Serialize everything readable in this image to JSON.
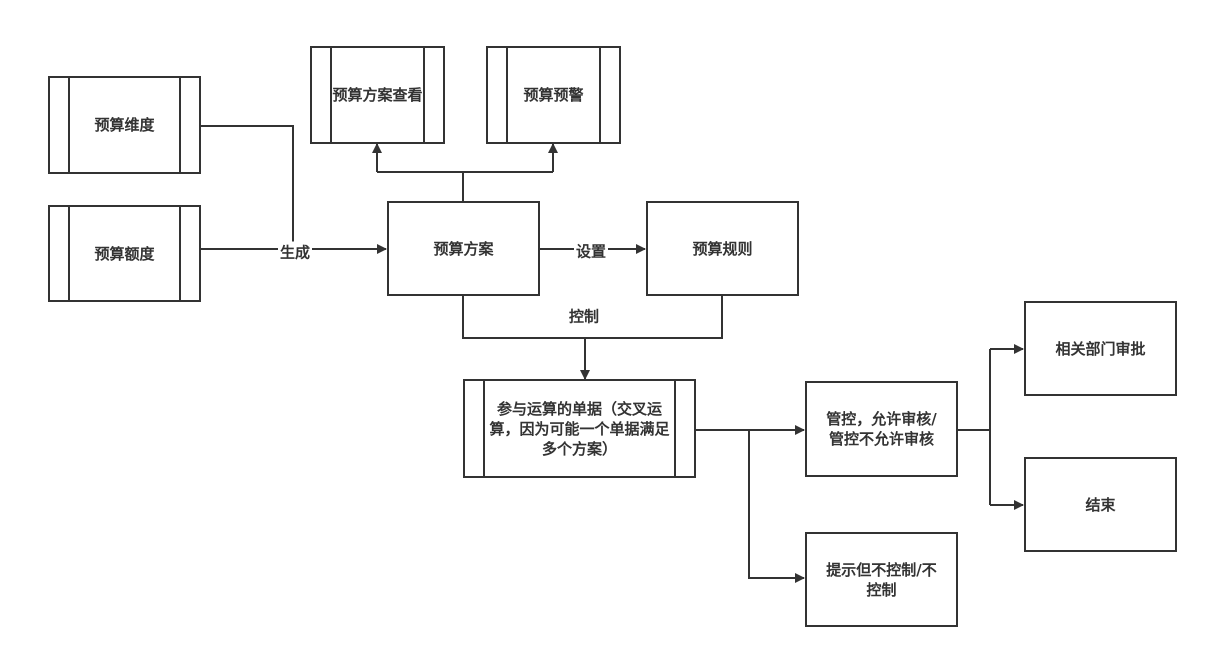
{
  "nodes": {
    "dimension": "预算维度",
    "quota": "预算额度",
    "plan_view": "预算方案查看",
    "warning": "预算预警",
    "plan": "预算方案",
    "rule": "预算规则",
    "documents": "参与运算的单据（交叉运算，因为可能一个单据满足多个方案）",
    "control": "管控，允许审核/管控不允许审核",
    "hint": "提示但不控制/不控制",
    "approval": "相关部门审批",
    "end": "结束"
  },
  "edges": {
    "generate": "生成",
    "set": "设置",
    "control": "控制"
  },
  "colors": {
    "stroke": "#333333",
    "background": "#ffffff"
  }
}
